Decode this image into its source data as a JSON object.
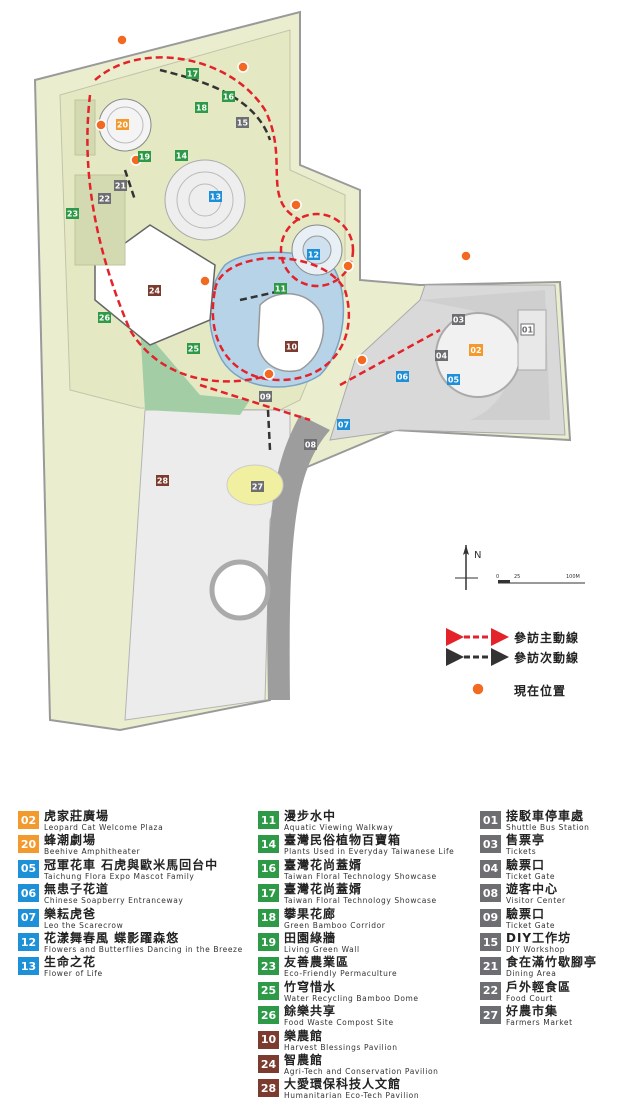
{
  "map": {
    "labels": {
      "a01": "01",
      "a02": "02",
      "a03": "03",
      "a04": "04",
      "a05": "05",
      "a06": "06",
      "a07": "07",
      "a08": "08",
      "a09": "09",
      "a10": "10",
      "a11": "11",
      "a12": "12",
      "a13": "13",
      "a14": "14",
      "a15": "15",
      "a16": "16",
      "a17": "17",
      "a18": "18",
      "a19": "19",
      "a20": "20",
      "a21": "21",
      "a22": "22",
      "a23": "23",
      "a24": "24",
      "a25": "25",
      "a26": "26",
      "a27": "27",
      "a28": "28"
    },
    "north": "N",
    "scale": {
      "a": "0",
      "b": "25",
      "c": "100M"
    }
  },
  "route_legend": {
    "main": "參訪主動線",
    "secondary": "參訪次動線",
    "here": "現在位置"
  },
  "colors": {
    "orange": "#f29a2e",
    "darkorange": "#e8602c",
    "green": "#2e9a48",
    "blue": "#1e90d8",
    "gray": "#6d6e71",
    "maroon": "#7b3c2f",
    "route_main": "#e32229",
    "route_sec": "#333333",
    "here_marker": "#f26a21"
  },
  "legend": {
    "col1": [
      {
        "num": "02",
        "zh": "虎家莊廣場",
        "en": "Leopard Cat Welcome Plaza",
        "color": "#f29a2e"
      },
      {
        "num": "20",
        "zh": "蜂潮劇場",
        "en": "Beehive Amphitheater",
        "color": "#f29a2e"
      },
      {
        "num": "05",
        "zh": "冠軍花車 石虎與歐米馬回台中",
        "en": "Taichung Flora Expo Mascot Family",
        "color": "#1e90d8"
      },
      {
        "num": "06",
        "zh": "無患子花道",
        "en": "Chinese Soapberry Entranceway",
        "color": "#1e90d8"
      },
      {
        "num": "07",
        "zh": "樂耘虎爸",
        "en": "Leo the Scarecrow",
        "color": "#1e90d8"
      },
      {
        "num": "12",
        "zh": "花漾舞春風 蝶影躍森悠",
        "en": "Flowers and Butterflies Dancing in the Breeze",
        "color": "#1e90d8"
      },
      {
        "num": "13",
        "zh": "生命之花",
        "en": "Flower  of  Life",
        "color": "#1e90d8"
      }
    ],
    "col2": [
      {
        "num": "11",
        "zh": "漫步水中",
        "en": "Aquatic Viewing Walkway",
        "color": "#2e9a48"
      },
      {
        "num": "14",
        "zh": "臺灣民俗植物百寶箱",
        "en": "Plants Used in Everyday Taiwanese Life",
        "color": "#2e9a48"
      },
      {
        "num": "16",
        "zh": "臺灣花尚蓋婿",
        "en": "Taiwan Floral Technology Showcase",
        "color": "#2e9a48"
      },
      {
        "num": "17",
        "zh": "臺灣花尚蓋婿",
        "en": "Taiwan Floral Technology Showcase",
        "color": "#2e9a48"
      },
      {
        "num": "18",
        "zh": "攀果花廊",
        "en": "Green Bamboo Corridor",
        "color": "#2e9a48"
      },
      {
        "num": "19",
        "zh": "田園綠牆",
        "en": "Living Green Wall",
        "color": "#2e9a48"
      },
      {
        "num": "23",
        "zh": "友善農業區",
        "en": "Eco-Friendly Permaculture",
        "color": "#2e9a48"
      },
      {
        "num": "25",
        "zh": "竹穹惜水",
        "en": "Water Recycling Bamboo Dome",
        "color": "#2e9a48"
      },
      {
        "num": "26",
        "zh": "餘樂共享",
        "en": "Food Waste Compost Site",
        "color": "#2e9a48"
      },
      {
        "num": "10",
        "zh": "樂農館",
        "en": "Harvest Blessings Pavilion",
        "color": "#7b3c2f"
      },
      {
        "num": "24",
        "zh": "智農館",
        "en": "Agri-Tech and Conservation Pavilion",
        "color": "#7b3c2f"
      },
      {
        "num": "28",
        "zh": "大愛環保科技人文館",
        "en": "Humanitarian Eco-Tech Pavilion",
        "color": "#7b3c2f"
      }
    ],
    "col3": [
      {
        "num": "01",
        "zh": "接駁車停車處",
        "en": "Shuttle Bus Station",
        "color": "#6d6e71"
      },
      {
        "num": "03",
        "zh": "售票亭",
        "en": "Tickets",
        "color": "#6d6e71"
      },
      {
        "num": "04",
        "zh": "驗票口",
        "en": "Ticket Gate",
        "color": "#6d6e71"
      },
      {
        "num": "08",
        "zh": "遊客中心",
        "en": "Visitor Center",
        "color": "#6d6e71"
      },
      {
        "num": "09",
        "zh": "驗票口",
        "en": "Ticket Gate",
        "color": "#6d6e71"
      },
      {
        "num": "15",
        "zh": "DIY工作坊",
        "en": "DIY Workshop",
        "color": "#6d6e71"
      },
      {
        "num": "21",
        "zh": "食在滿竹歇腳亭",
        "en": "Dining Area",
        "color": "#6d6e71"
      },
      {
        "num": "22",
        "zh": "戶外輕食區",
        "en": "Food Court",
        "color": "#6d6e71"
      },
      {
        "num": "27",
        "zh": "好農市集",
        "en": "Farmers Market",
        "color": "#6d6e71"
      }
    ]
  }
}
